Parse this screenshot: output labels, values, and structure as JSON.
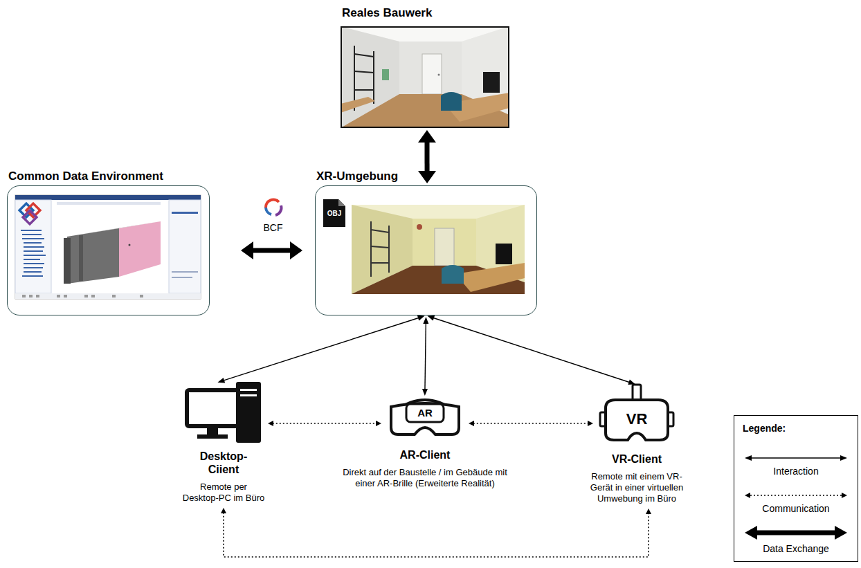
{
  "diagram": {
    "nodes": [
      {
        "text": [
          "Reales Bauwerk"
        ]
      },
      {
        "text": [
          "Common Data Environment"
        ]
      },
      {
        "text": [
          "XR-Umgebung"
        ]
      },
      {
        "text": [
          "Desktop- Ciient",
          "Remote per Desktop-PC im Büro"
        ]
      },
      {
        "text": [
          "AR",
          "AR-Client",
          "Direkt auf der Baustelle / im Gebäude mit einer AR-Brille (Erweiterte Realität)"
        ]
      },
      {
        "text": [
          "VR",
          "VR-Client",
          "Remote mit einem VR- Gerät in einer virtuellen Umwebung im Büro"
        ]
      }
    ],
    "edges": [
      {
        "from": 0,
        "to": 2,
        "arrow": "both"
      },
      {
        "from": 1,
        "to": 2,
        "label": "BCF",
        "arrow": "both"
      },
      {
        "from": 2,
        "to": 3,
        "arrow": "both"
      },
      {
        "from": 2,
        "to": 4,
        "arrow": "both"
      },
      {
        "from": 2,
        "to": 5,
        "arrow": "both"
      },
      {
        "from": 3,
        "to": 4,
        "arrow": "both"
      },
      {
        "from": 4,
        "to": 5,
        "arrow": "both"
      },
      {
        "from": 3,
        "to": 5,
        "arrow": "both"
      }
    ],
    "labels": [
      "OBJ",
      "Legende:"
    ],
    "legend": [
      {
        "text": "Interaction"
      },
      {
        "text": "Communication"
      },
      {
        "text": "Data Exchange"
      }
    ]
  }
}
